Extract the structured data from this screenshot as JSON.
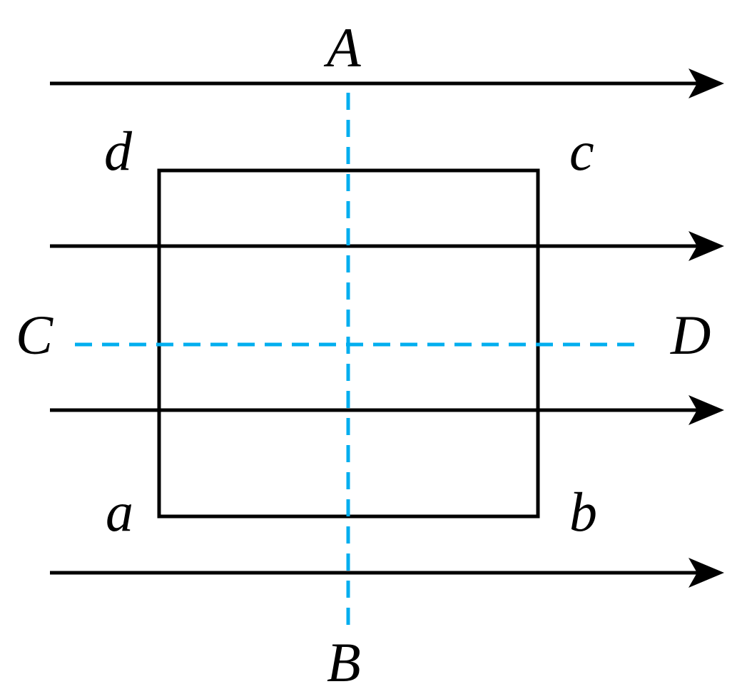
{
  "diagram": {
    "colors": {
      "field_lines": "#000000",
      "coil": "#000000",
      "axes": "#00aeef",
      "text": "#000000"
    },
    "field_line_count": 4,
    "field_direction": "right",
    "coil_corners": {
      "top_left": "d",
      "top_right": "c",
      "bottom_left": "a",
      "bottom_right": "b"
    },
    "axes": {
      "vertical": {
        "top": "A",
        "bottom": "B"
      },
      "horizontal": {
        "left": "C",
        "right": "D"
      }
    }
  }
}
